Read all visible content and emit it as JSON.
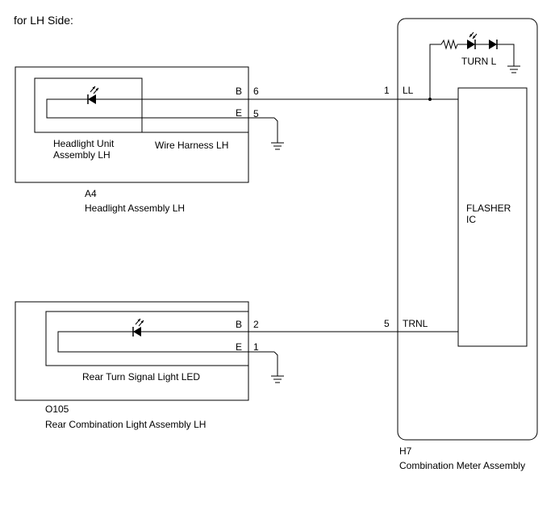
{
  "side_label": "for LH Side:",
  "headlight_assembly": {
    "connector": "A4",
    "name": "Headlight Assembly LH",
    "unit_label_line1": "Headlight Unit",
    "unit_label_line2": "Assembly LH",
    "harness_label": "Wire Harness LH",
    "pins": [
      {
        "terminal": "B",
        "pin": "6"
      },
      {
        "terminal": "E",
        "pin": "5"
      }
    ]
  },
  "rear_light_assembly": {
    "connector": "O105",
    "name": "Rear Combination Light Assembly LH",
    "led_label": "Rear Turn  Signal Light LED",
    "pins": [
      {
        "terminal": "B",
        "pin": "2"
      },
      {
        "terminal": "E",
        "pin": "1"
      }
    ]
  },
  "combination_meter": {
    "connector": "H7",
    "name": "Combination Meter Assembly",
    "flasher_line1": "FLASHER",
    "flasher_line2": "IC",
    "indicator_label": "TURN L",
    "pins": [
      {
        "pin": "1",
        "signal": "LL"
      },
      {
        "pin": "5",
        "signal": "TRNL"
      }
    ]
  },
  "icons": [
    "led-icon",
    "ground-icon",
    "resistor-icon",
    "diode-icon"
  ]
}
